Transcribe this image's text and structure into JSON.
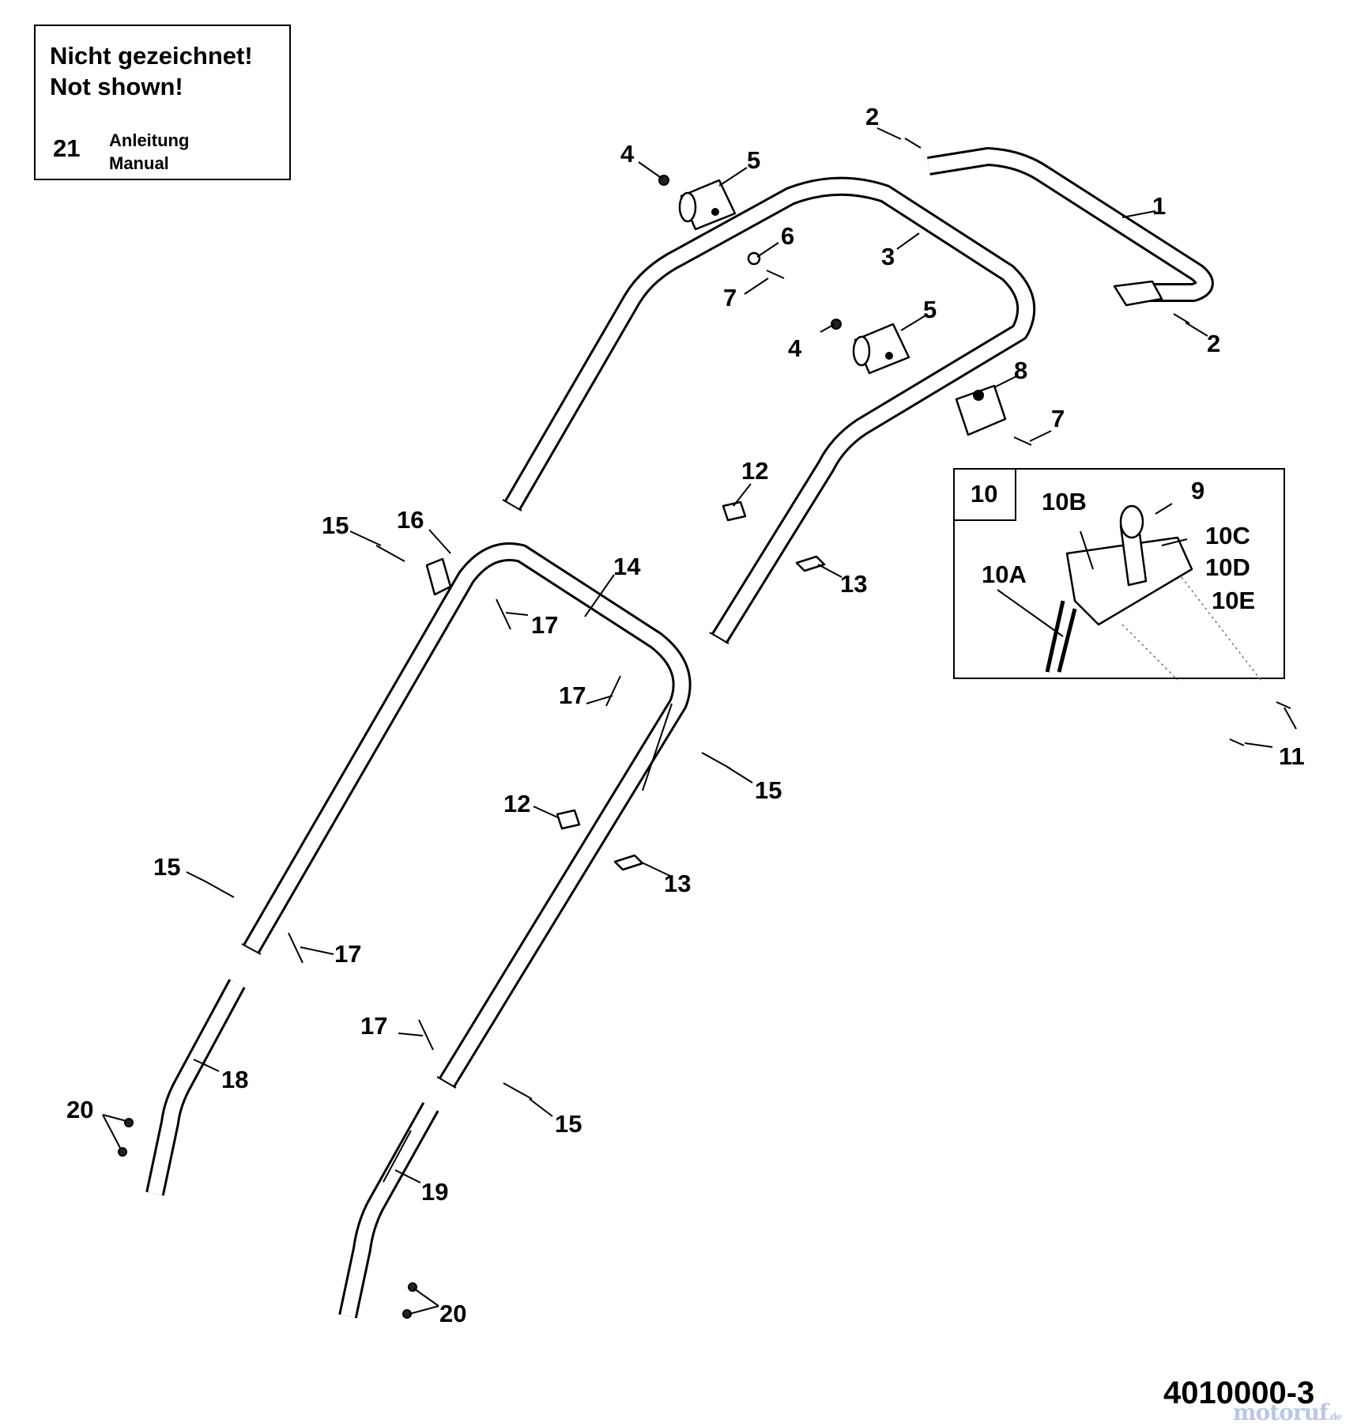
{
  "not_shown_box": {
    "title_line1": "Nicht gezeichnet!",
    "title_line2": "Not shown!",
    "item_number": "21",
    "item_desc_de": "Anleitung",
    "item_desc_en": "Manual"
  },
  "inset": {
    "number": "10",
    "labels": [
      "10A",
      "10B",
      "9",
      "10C",
      "10D",
      "10E"
    ]
  },
  "callouts": {
    "c1": "1",
    "c2a": "2",
    "c2b": "2",
    "c3": "3",
    "c4a": "4",
    "c4b": "4",
    "c5a": "5",
    "c5b": "5",
    "c6": "6",
    "c7a": "7",
    "c7b": "7",
    "c8": "8",
    "c11": "11",
    "c12a": "12",
    "c12b": "12",
    "c13a": "13",
    "c13b": "13",
    "c14": "14",
    "c15a": "15",
    "c15b": "15",
    "c15c": "15",
    "c15d": "15",
    "c16": "16",
    "c17a": "17",
    "c17b": "17",
    "c17c": "17",
    "c17d": "17",
    "c18": "18",
    "c19": "19",
    "c20a": "20",
    "c20b": "20"
  },
  "document_number": "4010000-3",
  "watermark": {
    "main": "motoruf",
    "tld": ".de",
    "color": "#b9c7e8"
  }
}
